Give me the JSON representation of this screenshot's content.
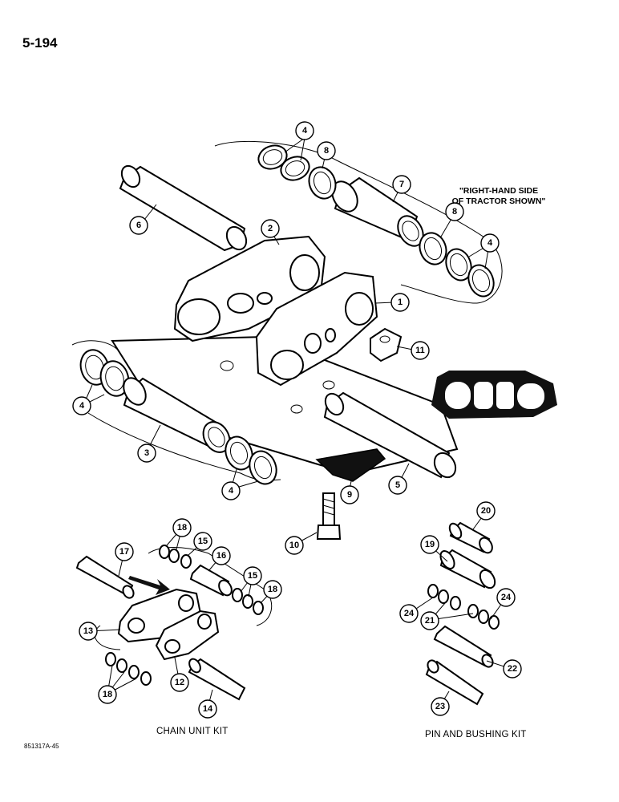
{
  "page": {
    "number": "5-194",
    "drawing_ref": "851317A-45"
  },
  "caption": {
    "line1": "\"RIGHT-HAND SIDE",
    "line2": "OF TRACTOR SHOWN\""
  },
  "kits": {
    "chain_unit": "CHAIN UNIT KIT",
    "pin_bushing": "PIN AND BUSHING KIT"
  },
  "callouts": {
    "c1": "1",
    "c2": "2",
    "c3": "3",
    "c4a": "4",
    "c4b": "4",
    "c4c": "4",
    "c4d": "4",
    "c5": "5",
    "c6": "6",
    "c7": "7",
    "c8a": "8",
    "c8b": "8",
    "c9": "9",
    "c10": "10",
    "c11": "11",
    "c12": "12",
    "c13": "13",
    "c14": "14",
    "c15a": "15",
    "c15b": "15",
    "c16": "16",
    "c17": "17",
    "c18a": "18",
    "c18b": "18",
    "c18c": "18",
    "c19": "19",
    "c20": "20",
    "c21": "21",
    "c22": "22",
    "c23": "23",
    "c24a": "24",
    "c24b": "24"
  }
}
